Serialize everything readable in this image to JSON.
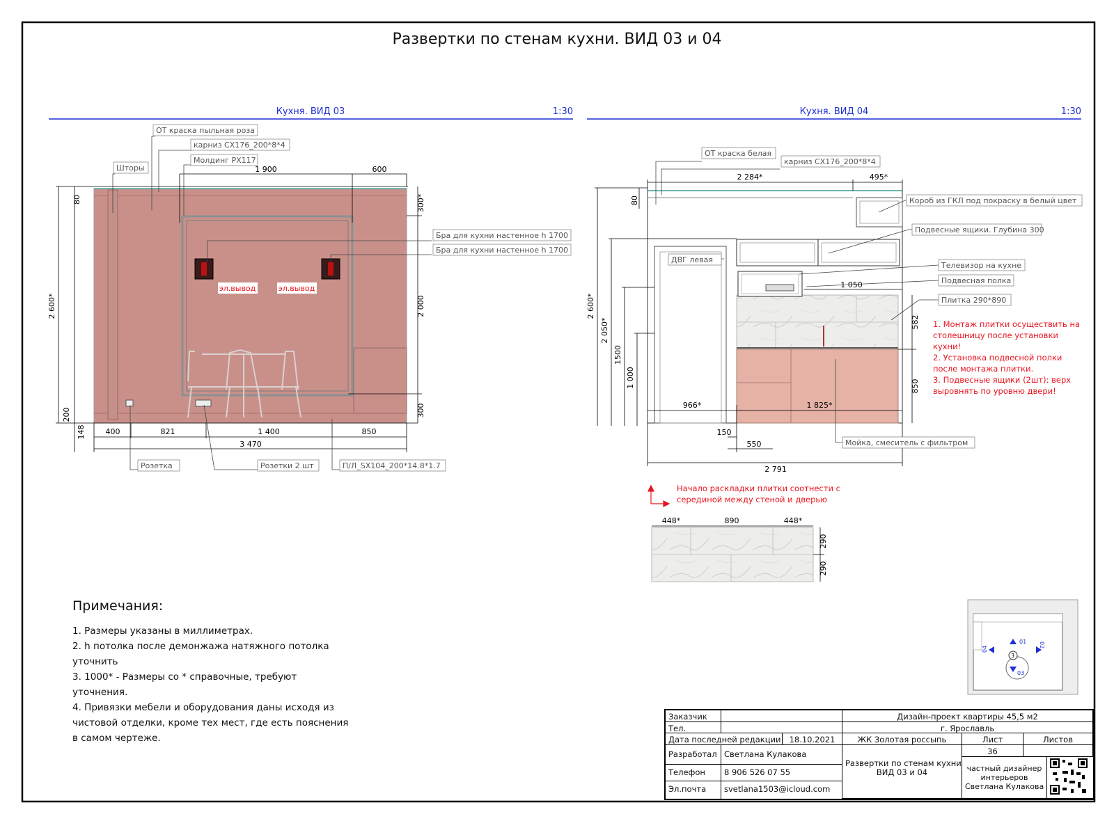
{
  "sheet_title": "Развертки по стенам кухни. ВИД 03 и 04",
  "view03": {
    "title": "Кухня. ВИД 03",
    "scale": "1:30",
    "callouts": {
      "paint": "ОТ краска пыльная роза",
      "cornice": "карниз СХ176_200*8*4",
      "molding": "Молдинг РХ117",
      "curtains": "Шторы",
      "sconce1": "Бра для кухни настенное h 1700",
      "sconce2": "Бра для кухни настенное h 1700",
      "outlet": "Розетка",
      "outlets2": "Розетки 2 шт",
      "skirting": "П/Л_SX104_200*14.8*1.7"
    },
    "el_outlet1": "эл.вывод",
    "el_outlet2": "эл.вывод",
    "dims": {
      "top1": "1 900",
      "top2": "600",
      "left_h": "2 600*",
      "left_80": "80",
      "left_200": "200",
      "left_148": "148",
      "right_300top": "300*",
      "right_2000": "2 000",
      "right_300bot": "300",
      "b400": "400",
      "b821": "821",
      "b1400": "1 400",
      "b850": "850",
      "total": "3 470"
    }
  },
  "view04": {
    "title": "Кухня. ВИД 04",
    "scale": "1:30",
    "callouts": {
      "paint": "ОТ краска белая",
      "cornice": "карниз СХ176_200*8*4",
      "box": "Короб из ГКЛ под покраску в белый цвет",
      "wall_cabinets": "Подвесные ящики. Глубина 300",
      "tv": "Телевизор на кухне",
      "shelf": "Подвесная полка",
      "tile": "Плитка 290*890",
      "door": "ДВГ левая",
      "sink": "Мойка, смеситель с фильтром"
    },
    "red_notes": [
      "1. Монтаж плитки осуществить на",
      "столешницу после установки",
      "кухни!",
      "2. Установка подвесной полки",
      "после монтажа плитки.",
      "3. Подвесные ящики (2шт): верх",
      "выровнять по уровню двери!"
    ],
    "tile_start_note": [
      "Начало раскладки плитки соотнести с",
      "серединой между стеной и дверью"
    ],
    "dims": {
      "top1": "2 284*",
      "top2": "495*",
      "left_80": "80",
      "left_2600": "2 600*",
      "left_2050": "2 050*",
      "left_1500": "1500",
      "left_1000": "1 000",
      "d1050": "1 050",
      "d582": "582",
      "d850": "850",
      "d966": "966*",
      "d1825": "1 825*",
      "d150": "150",
      "d550": "550",
      "total": "2 791"
    },
    "tile_layout": {
      "w1": "448*",
      "w2": "890",
      "w3": "448*",
      "h1": "290",
      "h2": "290"
    }
  },
  "plan": {
    "labels": [
      "01",
      "02",
      "03",
      "04",
      "3"
    ]
  },
  "notes": {
    "heading": "Примечания:",
    "items": [
      "1. Размеры указаны в миллиметрах.",
      "2. h потолка после демонжажа натяжного потолка",
      "уточнить",
      "3.  1000* - Размеры со * справочные, требуют",
      "уточнения.",
      "4. Привязки мебели и оборудования даны исходя из",
      "чистовой отделки, кроме тех мест, где есть пояснения",
      "в самом чертеже."
    ]
  },
  "title_block": {
    "customer_label": "Заказчик",
    "customer_value": "",
    "phone_label_top": "Тел.",
    "phone_value_top": "",
    "last_edit_label": "Дата последней редакции",
    "last_edit_value": "18.10.2021",
    "developer_label": "Разработал",
    "developer_value": "Светлана Кулакова",
    "phone_label": "Телефон",
    "phone_value": "8 906 526 07 55",
    "email_label": "Эл.почта",
    "email_value": "svetlana1503@icloud.com",
    "project": "Дизайн-проект квартиры 45,5 м2",
    "city": "г. Ярославль",
    "complex": "ЖК Золотая россыпь",
    "sheet_label": "Лист",
    "sheets_label": "Листов",
    "sheet_no": "36",
    "sheets_total": "",
    "sheet_name": [
      "Развертки по стенам кухни.",
      "ВИД 03 и 04"
    ],
    "designer": [
      "частный дизайнер",
      "интерьеров",
      "Светлана Кулакова"
    ]
  },
  "colors": {
    "rose_wall": "#c9908a",
    "cabinet_rose": "#e7b2a6",
    "header_line": "#1f2fd6",
    "red_text": "#e8141e",
    "callout_gray": "#8a8a8a"
  }
}
